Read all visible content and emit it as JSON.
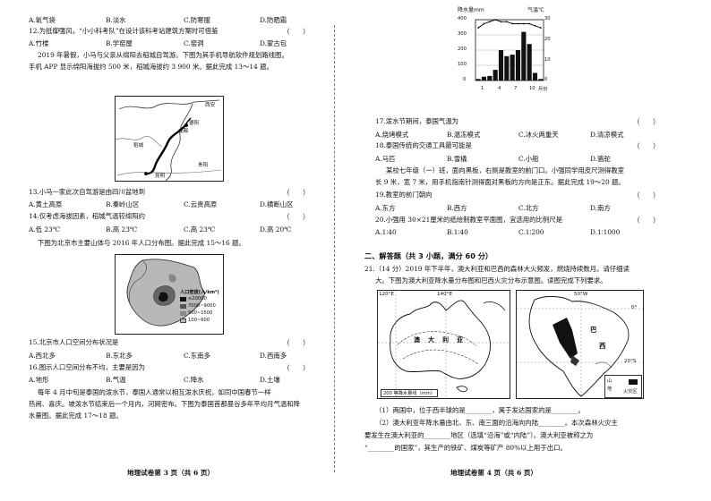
{
  "left": {
    "q11_opts": [
      "A.氧气袋",
      "B.淡水",
      "C.防寒服",
      "D.防晒霜"
    ],
    "q12": {
      "stem": "12.为抵御强风，“小小科考队”在设计该科考站建筑方案时可借鉴",
      "paren": "（　　）",
      "opts": [
        "A.竹楼",
        "B.学窑屋",
        "C.窑洞",
        "D.蒙古包"
      ]
    },
    "passage1": [
      "2019 年暑假，小马与父亲从绵阳去稻城自驾游。下图为其手机导航软件规划路线图。",
      "手机 APP 显示绵阳海拔约 500 米，稻城海拔约 3 900 米。据此完成 13～14 题。"
    ],
    "map1": {
      "labels": [
        "西安",
        "德阳",
        "成都",
        "稻城",
        "贵阳",
        "昆明"
      ]
    },
    "q13": {
      "stem": "13.小马一家此次自驾游是由四川盆地到",
      "paren": "（　　）",
      "opts": [
        "A.黄土高原",
        "B.秦岭山区",
        "C.云贵高原",
        "D.横断山区"
      ]
    },
    "q14": {
      "stem": "14.仅考虑海拔因素，稻城气温较绵阳约",
      "paren": "（　　）",
      "opts": [
        "A.低 23℃",
        "B.高 23℃",
        "C.高 23℃",
        "D.高 20℃"
      ]
    },
    "passage2": [
      "下图为北京市主要山体与 2016 年人口分布图。据此完成 15～16 题。"
    ],
    "map2": {
      "legend_title": "人口密度(人/km²)",
      "legend": [
        "≥20000",
        "7000~9000",
        "900~1500",
        "100~600"
      ]
    },
    "q15": {
      "stem": "15.北京市人口空间分布状况是",
      "paren": "（　　）",
      "opts": [
        "A.西北多",
        "B.东北多",
        "C.东南多",
        "D.西南多"
      ]
    },
    "q16": {
      "stem": "16.图示人口空间分布不均，主要是因为",
      "paren": "（　　）",
      "opts": [
        "A.地形",
        "B.气温",
        "C.降水",
        "D.土壤"
      ]
    },
    "passage3": [
      "每年 4 月中旬是泰国的泼水节，泰国人通常以相互泼水庆祝，如同中国春节一样",
      "热闹、喜庆。坡泼水节结束后一个月内，河网密布。下图为泰国首都曼谷多年平均月气温和降",
      "水量图。据此完成 17～18 题。"
    ],
    "footer": "地理试卷第 3 页（共 6 页）"
  },
  "right": {
    "chart_labels": {
      "ylabel_left": "降水量mm",
      "ylabel_right": "气温℃",
      "left_ticks": [
        "400",
        "300",
        "200",
        "100",
        "0"
      ],
      "right_ticks": [
        "30",
        "20",
        "10",
        "0"
      ],
      "x_ticks": [
        "1",
        "4",
        "7",
        "10",
        "月份"
      ]
    },
    "q17": {
      "stem": "17.泼水节期间，泰国气温为",
      "paren": "（　　）",
      "opts": [
        "A.烧烤模式",
        "B.温冻模式",
        "C.冰火两重天",
        "D.清凉模式"
      ]
    },
    "q18": {
      "stem": "18.泰国传统的交通工具最可能是",
      "paren": "（　　）",
      "opts": [
        "A.马匹",
        "B.雪橇",
        "C.小船",
        "D.骆驼"
      ]
    },
    "passage4": [
      "某校七年级（一）班，面向黑板，右侧是教室的前门口。小强同学用皮尺测得教室",
      "长 9 米，宽 7 米，用手机指南针测得面对黑板的方向是正东。据此完成 19～20 题。"
    ],
    "q19": {
      "stem": "19.教室的前门朝向",
      "paren": "（　　）",
      "opts": [
        "A.东方",
        "B.西方",
        "C.北方",
        "D.南方"
      ]
    },
    "q20": {
      "stem": "20.小强用 30×21厘米的纸绘制教室平面图，宜选用的比例尺是",
      "paren": "（　　）",
      "opts": [
        "A.1∶40",
        "B.1∶40",
        "C.1∶200",
        "D.1∶1000"
      ]
    },
    "section2": "二、解答题（共 3 小题，满分 60 分）",
    "q21": [
      "21.（14 分）2019 年下半年，澳大利亚和巴西的森林大火频发，燃烧持续数月。请仔细读",
      "大。下图为澳大利亚降水量分布图和巴西火灾分布示意图。读图完成下列要求。"
    ],
    "map3": {
      "labels": [
        "120°E",
        "140°E",
        "澳",
        "大",
        "利",
        "亚"
      ],
      "legend": "200 等降水量线（mm）"
    },
    "map4": {
      "labels": [
        "50°W",
        "0°",
        "巴",
        "西",
        "20°S"
      ],
      "legend": [
        "山",
        "地",
        "火灾区"
      ]
    },
    "q21_1": "（1）两国中，位于西半球的是________，属于发达国家的是________。",
    "q21_2": [
      "（2）澳大利亚年降水量由北、东、南三面的沿海向内陆________。本次森林火灾主",
      "要发生在澳大利亚的________地区（选填“沿海”或“内陆”）。澳大利亚被称之为",
      "“________的国家”，其生产的铁矿、煤炭等矿产 80%以上用于出口。"
    ],
    "footer": "地理试卷第 4 页（共 6 页）"
  },
  "chart_data": {
    "type": "bar",
    "categories": [
      "1",
      "2",
      "3",
      "4",
      "5",
      "6",
      "7",
      "8",
      "9",
      "10",
      "11",
      "12"
    ],
    "series": [
      {
        "kind": "bar",
        "axis": "left",
        "values": [
          10,
          25,
          30,
          70,
          200,
          160,
          170,
          200,
          320,
          240,
          50,
          10
        ]
      },
      {
        "kind": "line",
        "axis": "right",
        "values": [
          26,
          28,
          29,
          30,
          29,
          29,
          28,
          28,
          28,
          28,
          27,
          26
        ]
      }
    ],
    "ylabel": "降水量mm",
    "y2label": "气温℃",
    "ylim": [
      0,
      400
    ],
    "y2lim": [
      0,
      30
    ]
  }
}
